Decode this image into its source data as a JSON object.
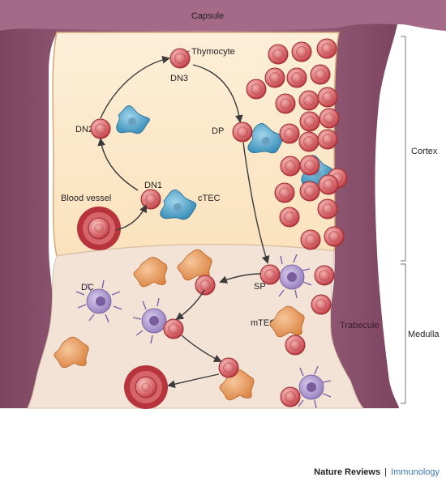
{
  "labels": {
    "capsule": "Capsule",
    "cortex": "Cortex",
    "medulla": "Medulla",
    "trabecule": "Trabecule",
    "thymocyte": "Thymocyte",
    "dn1": "DN1",
    "dn2": "DN2",
    "dn3": "DN3",
    "dp": "DP",
    "sp": "SP",
    "ctec": "cTEC",
    "mtec": "mTEC",
    "dc": "DC",
    "blood_vessel": "Blood vessel"
  },
  "credit": {
    "publisher": "Nature Reviews",
    "separator": "|",
    "journal": "Immunology"
  },
  "colors": {
    "capsule": "#9b5f7e",
    "cortex_fill": "#fbe5c4",
    "medulla_fill": "#f3e5d9",
    "thymocyte": "#c54850",
    "tec_blue": "#4aa3cc",
    "tec_orange": "#e29a5c",
    "dc_purple": "#8e77b8",
    "vessel": "#b8343c",
    "credit_journal": "#3a79b7"
  }
}
